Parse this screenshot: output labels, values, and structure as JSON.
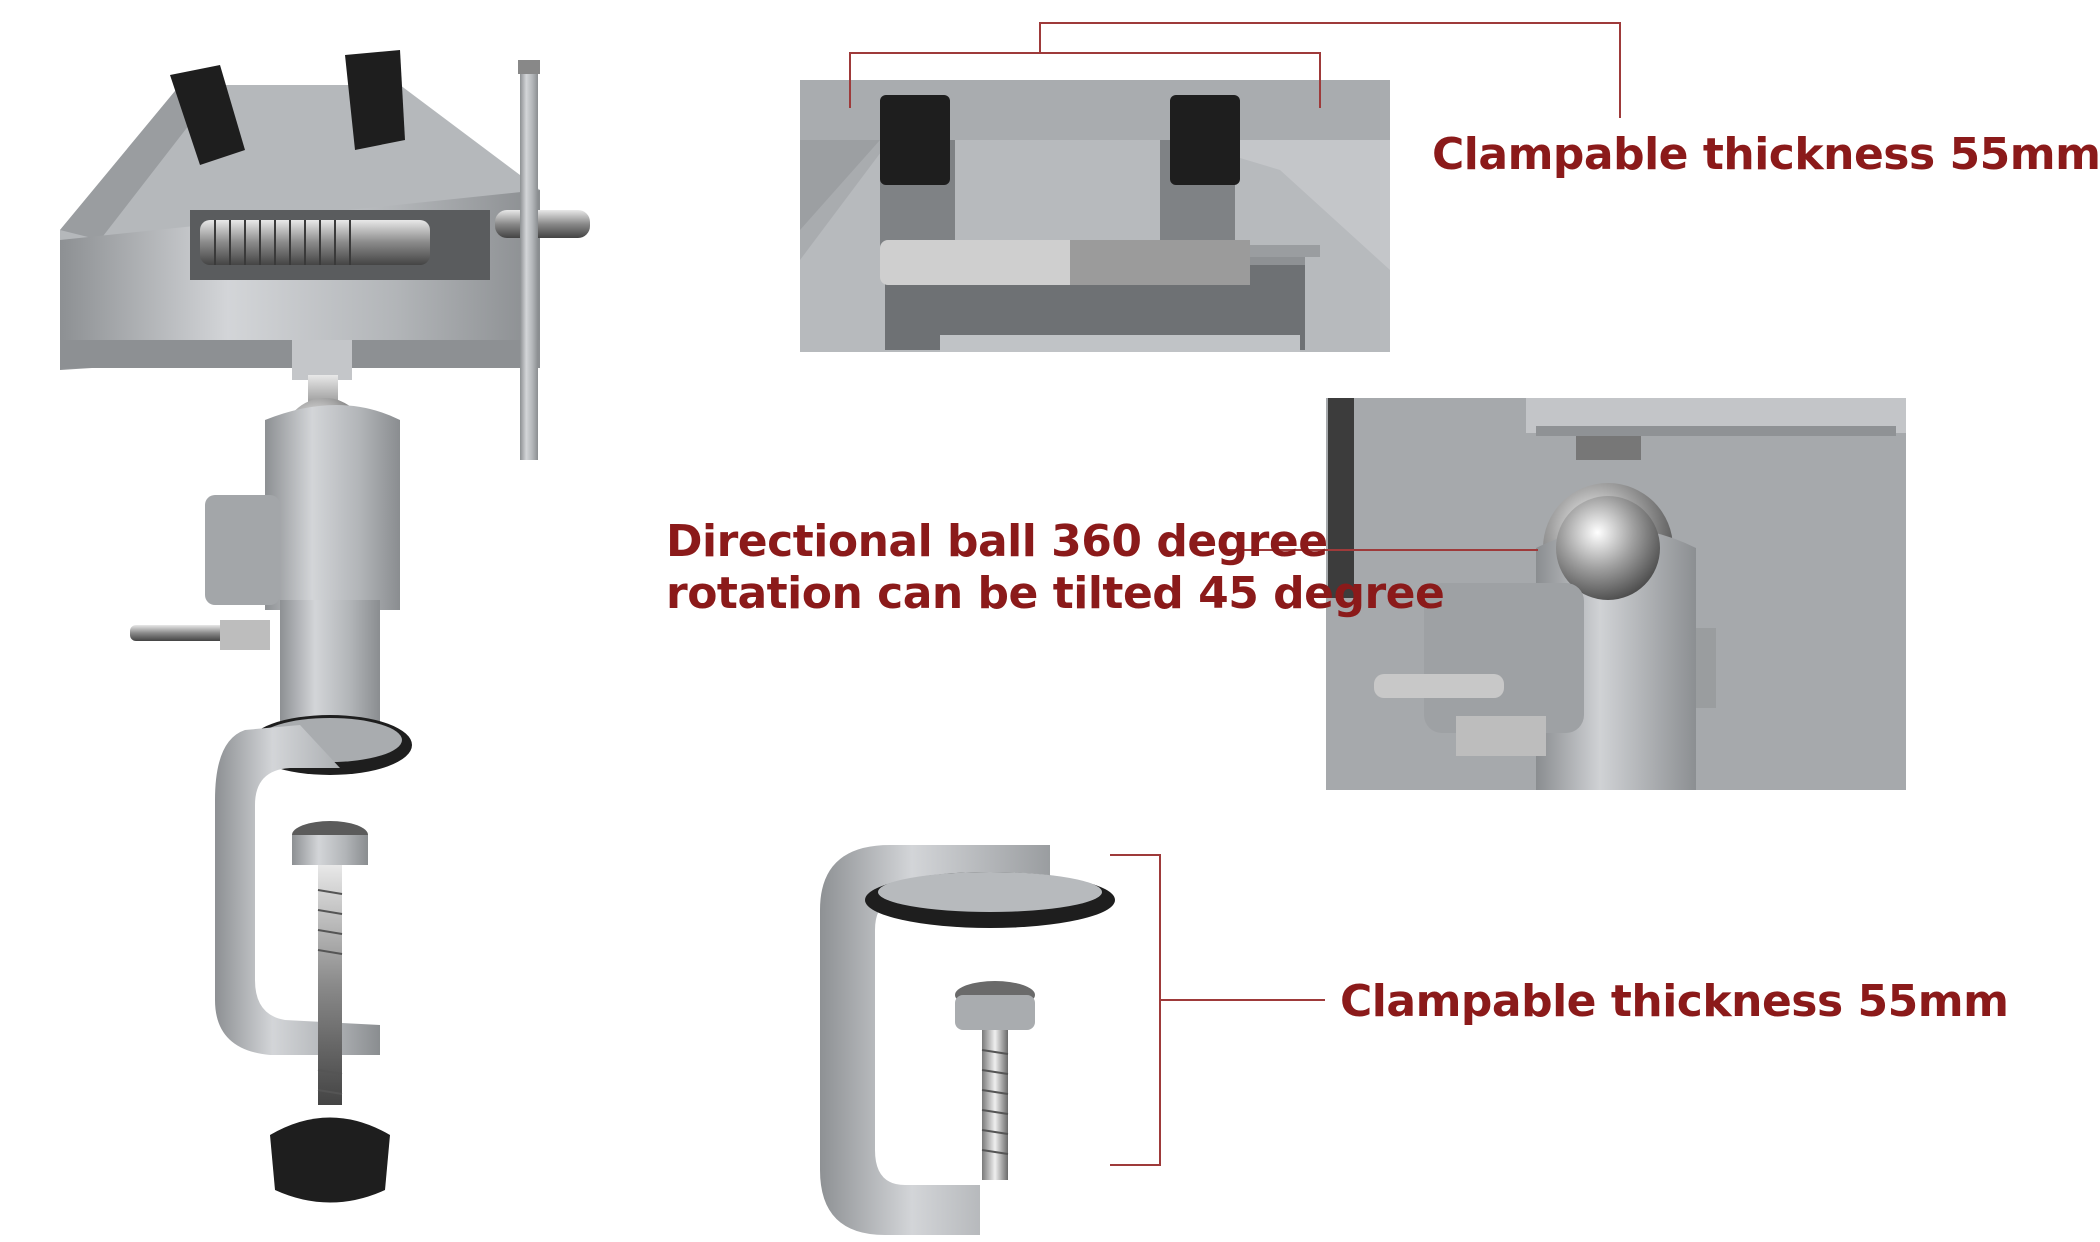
{
  "callouts": {
    "jaw_thickness": "Clampable thickness 55mm",
    "ball_line1": "Directional ball 360 degree",
    "ball_line2": "rotation can be tilted 45 degree",
    "clamp_thickness": "Clampable thickness 55mm"
  },
  "colors": {
    "callout_text": "#8b1a1a",
    "callout_line": "#9e3a3a",
    "aluminum": "#b9bcbf",
    "rubber": "#1e1e1e"
  },
  "icons": {
    "product": "bench-vise-icon",
    "jaws_detail": "vise-jaws-icon",
    "ball_detail": "ball-joint-icon",
    "clamp_detail": "c-clamp-icon"
  }
}
